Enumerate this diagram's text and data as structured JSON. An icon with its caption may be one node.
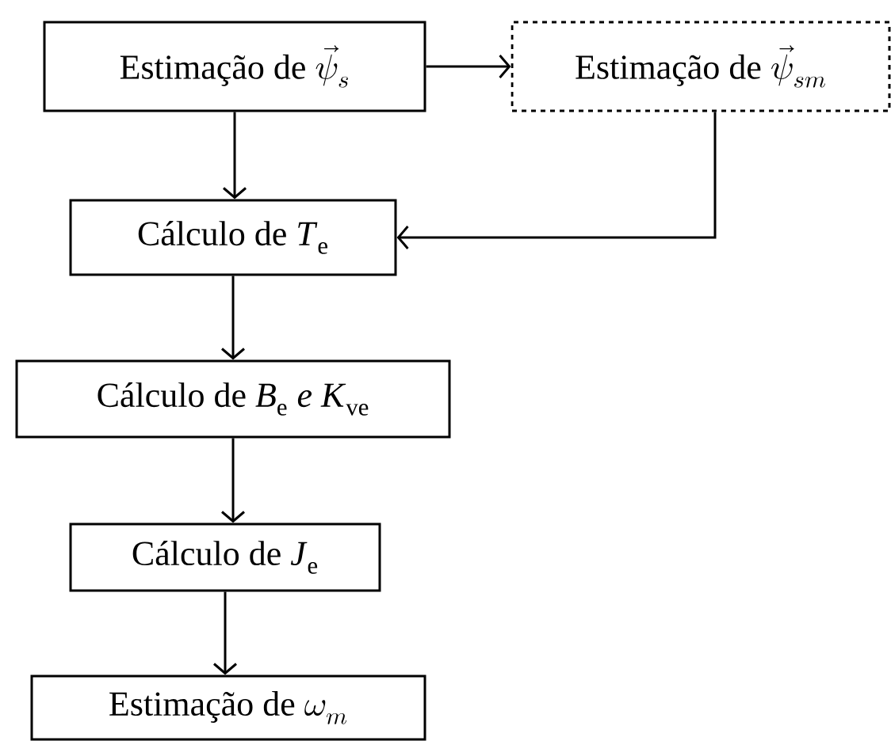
{
  "diagram": {
    "nodes": [
      {
        "text": [
          "\\text{Estimação de }\\vec{\\psi}_s"
        ]
      },
      {
        "text": [
          "\\text{Estimação de }\\vec{\\psi}_{sm}"
        ]
      },
      {
        "text": [
          "Cálculo de *T*$_{e}$"
        ]
      },
      {
        "text": [
          "Cálculo de *B*$_{e}$ *e* *K*$_{ve}$"
        ]
      },
      {
        "text": [
          "Cálculo de *J*$_{e}$"
        ]
      },
      {
        "text": [
          "\\text{Estimação de }\\omega_m"
        ]
      }
    ],
    "edges": [
      {
        "from": 0,
        "to": 1,
        "arrow": "to"
      },
      {
        "from": 0,
        "to": 2,
        "arrow": "to"
      },
      {
        "from": 1,
        "to": 2,
        "arrow": "to"
      },
      {
        "from": 2,
        "to": 3,
        "arrow": "to"
      },
      {
        "from": 3,
        "to": 4,
        "arrow": "to"
      },
      {
        "from": 4,
        "to": 5,
        "arrow": "to"
      }
    ]
  }
}
